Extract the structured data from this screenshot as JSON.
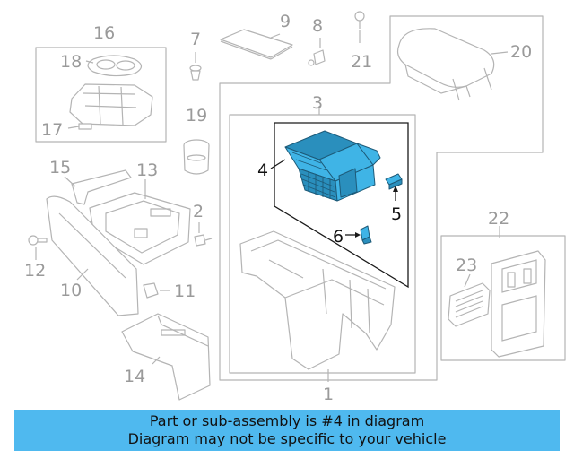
{
  "callouts": {
    "c1": "1",
    "c2": "2",
    "c3": "3",
    "c4": "4",
    "c5": "5",
    "c6": "6",
    "c7": "7",
    "c8": "8",
    "c9": "9",
    "c10": "10",
    "c11": "11",
    "c12": "12",
    "c13": "13",
    "c14": "14",
    "c15": "15",
    "c16": "16",
    "c17": "17",
    "c18": "18",
    "c19": "19",
    "c20": "20",
    "c21": "21",
    "c22": "22",
    "c23": "23"
  },
  "highlight_color": "#3fb4e6",
  "banner": {
    "line1": "Part or sub-assembly is #4 in diagram",
    "line2": "Diagram may not be specific to your vehicle",
    "color": "#4fb9ef"
  }
}
